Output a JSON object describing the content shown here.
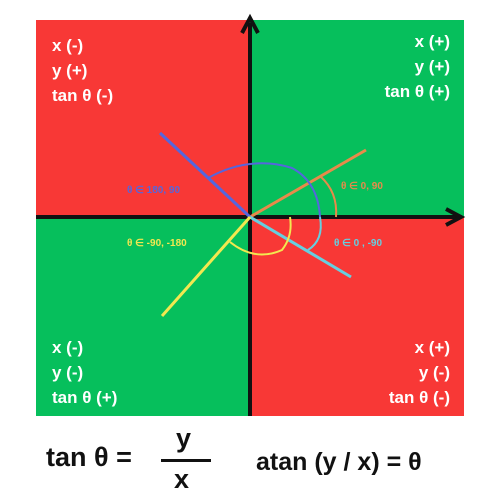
{
  "colors": {
    "negative_quadrant": "#f83836",
    "positive_quadrant": "#06bf5c",
    "axis": "#111111",
    "blue_line": "#5566dd",
    "orange_line": "#e88a4a",
    "cyan_line": "#66cfe0",
    "yellow_line": "#f2e850",
    "text_on_quadrant": "#ffffff"
  },
  "quadrants": {
    "top_left": {
      "x": "x (-)",
      "y": "y (+)",
      "tan": "tan θ (-)",
      "sign": "negative"
    },
    "top_right": {
      "x": "x (+)",
      "y": "y (+)",
      "tan": "tan θ (+)",
      "sign": "positive"
    },
    "bottom_left": {
      "x": "x (-)",
      "y": "y (-)",
      "tan": "tan θ (+)",
      "sign": "positive"
    },
    "bottom_right": {
      "x": "x (+)",
      "y": "y (-)",
      "tan": "tan θ (-)",
      "sign": "negative"
    }
  },
  "angle_labels": {
    "top_left": "θ ∈ 180, 90",
    "top_right": "θ ∈ 0, 90",
    "bottom_left": "θ ∈ -90, -180",
    "bottom_right": "θ ∈ 0 , -90"
  },
  "equations": {
    "tan_lhs": "tan θ =",
    "numerator": "y",
    "denominator": "x",
    "atan": "atan (y / x) = θ"
  }
}
